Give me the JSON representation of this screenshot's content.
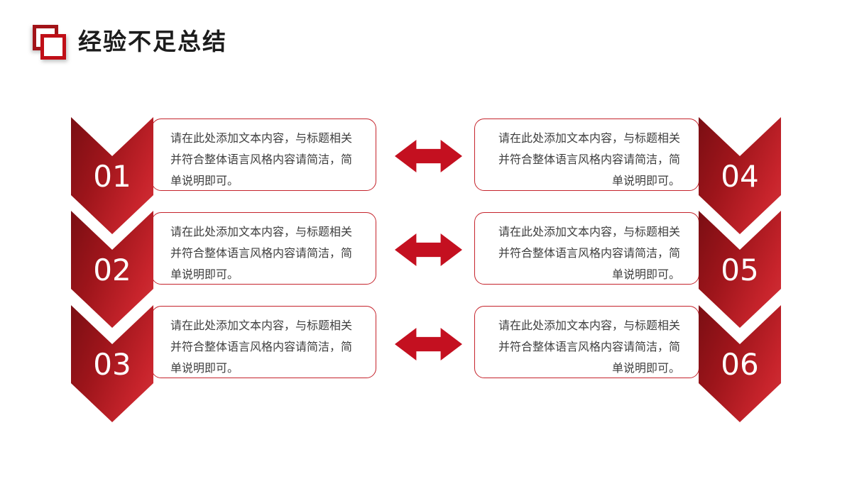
{
  "slide": {
    "header": {
      "icon": "overlapping-squares-icon",
      "title": "经验不足总结"
    },
    "connector_icon": "double-headed-arrow-icon",
    "colors": {
      "chevron_gradient_dark": "#7A0E13",
      "chevron_gradient_bright": "#D2343A",
      "arrow_red": "#C41020",
      "box_border_red": "#C5242C",
      "icon_back_red": "#A21318",
      "icon_front_red": "#C00F17",
      "title_text": "#1C1C1C",
      "body_text": "#3E3E3E",
      "number_text": "#FFFFFF",
      "background": "#FFFFFF"
    },
    "rows": [
      {
        "left": {
          "number": "01",
          "lines": [
            "请在此处添加文本内容，与标题相关",
            "并符合整体语言风格内容请简洁，简",
            "单说明即可。"
          ]
        },
        "right": {
          "number": "04",
          "lines": [
            "请在此处添加文本内容，与标题相关",
            "并符合整体语言风格内容请简洁，简",
            "单说明即可。"
          ]
        }
      },
      {
        "left": {
          "number": "02",
          "lines": [
            "请在此处添加文本内容，与标题相关",
            "并符合整体语言风格内容请简洁，简",
            "单说明即可。"
          ]
        },
        "right": {
          "number": "05",
          "lines": [
            "请在此处添加文本内容，与标题相关",
            "并符合整体语言风格内容请简洁，简",
            "单说明即可。"
          ]
        }
      },
      {
        "left": {
          "number": "03",
          "lines": [
            "请在此处添加文本内容，与标题相关",
            "并符合整体语言风格内容请简洁，简",
            "单说明即可。"
          ]
        },
        "right": {
          "number": "06",
          "lines": [
            "请在此处添加文本内容，与标题相关",
            "并符合整体语言风格内容请简洁，简",
            "单说明即可。"
          ]
        }
      }
    ]
  }
}
